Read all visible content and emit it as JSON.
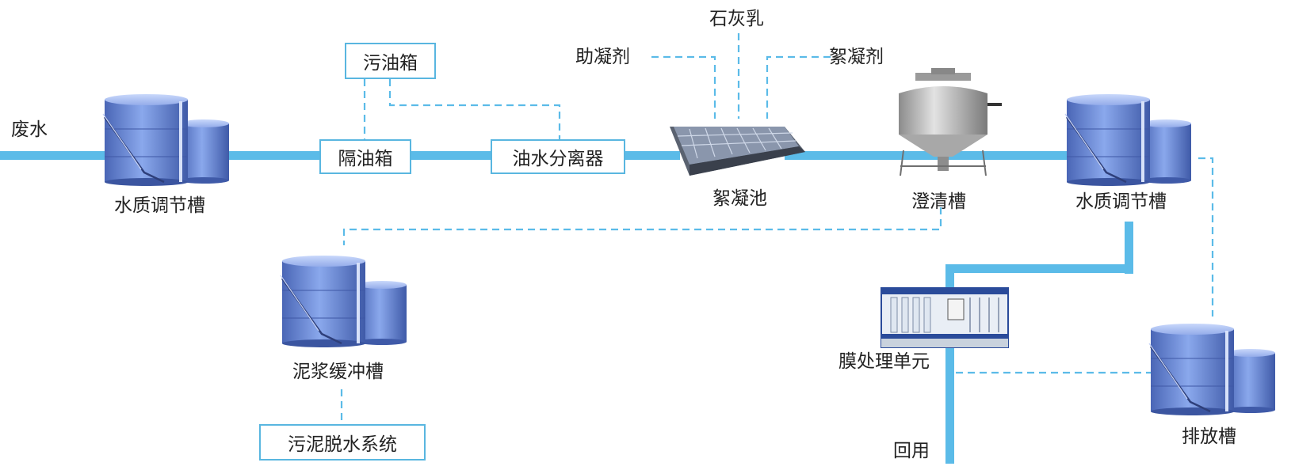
{
  "input_label": "废水",
  "reuse_label": "回用",
  "equipment": {
    "tank1": "水质调节槽",
    "oil_tank": "污油箱",
    "oil_separator_box": "隔油箱",
    "oil_water_separator": "油水分离器",
    "flocculation_pool": "絮凝池",
    "clarifier": "澄清槽",
    "tank2": "水质调节槽",
    "sludge_buffer": "泥浆缓冲槽",
    "sludge_dewatering": "污泥脱水系统",
    "membrane_unit": "膜处理单元",
    "discharge_tank": "排放槽"
  },
  "chemicals": {
    "coagulant_aid": "助凝剂",
    "lime_milk": "石灰乳",
    "flocculant": "絮凝剂"
  },
  "colors": {
    "main_pipe": "#5bbbe8",
    "dashed_line": "#5bbbe8",
    "box_border": "#59b6e0",
    "tank_body": "#6f8fd6"
  }
}
